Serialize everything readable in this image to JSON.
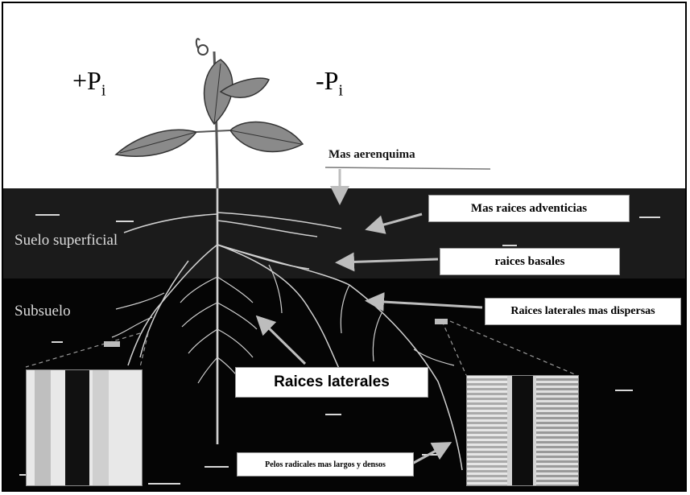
{
  "figure": {
    "labels": {
      "plus_pi": "+P",
      "plus_pi_sub": "i",
      "minus_pi": "-P",
      "minus_pi_sub": "i",
      "topsoil": "Suelo superficial",
      "subsoil": "Subsuelo"
    },
    "callouts": {
      "aerenchyma": "Mas aerenquima",
      "adventitious": "Mas raices adventicias",
      "basal": "raices basales",
      "lateral_dispersed": "Raices laterales mas dispersas",
      "lateral": "Raices laterales",
      "root_hairs": "Pelos radicales mas largos y densos"
    },
    "colors": {
      "sky": "#ffffff",
      "topsoil": "#1b1b1b",
      "subsoil": "#050505",
      "leaf": "#8a8a8a",
      "root": "#d0d0d0",
      "arrow": "#bdbdbd"
    }
  }
}
